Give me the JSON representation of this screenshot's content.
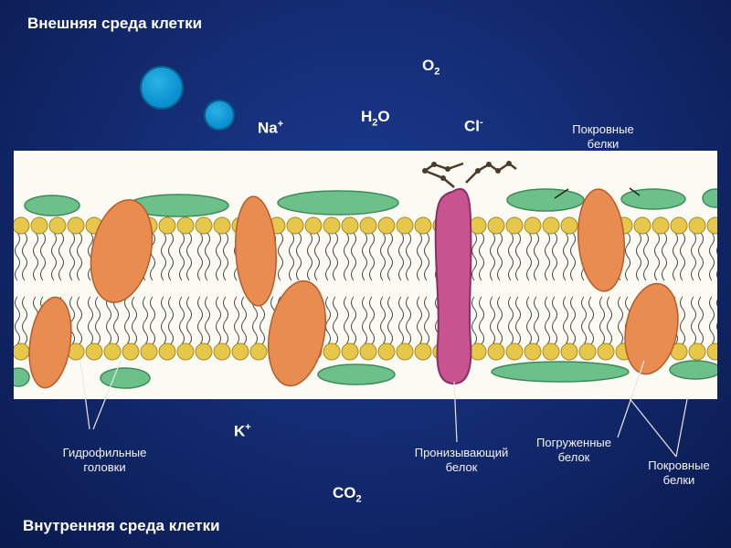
{
  "labels": {
    "outer": "Внешняя среда клетки",
    "inner": "Внутренняя среда клетки",
    "o2_main": "O",
    "o2_sub": "2",
    "h2o_a": "H",
    "h2o_sub": "2",
    "h2o_b": "O",
    "na_main": "Na",
    "na_sup": "+",
    "cl_main": "Cl",
    "cl_sup": "-",
    "k_main": "K",
    "k_sup": "+",
    "co2_main": "CO",
    "co2_sub": "2",
    "peripheral_top_1": "Покровные",
    "peripheral_top_2": "белки",
    "hydrophilic_1": "Гидрофильные",
    "hydrophilic_2": "головки",
    "transmembrane_1": "Пронизывающий",
    "transmembrane_2": "белок",
    "embedded_1": "Погруженные",
    "embedded_2": "белок",
    "peripheral_bottom_1": "Покровные",
    "peripheral_bottom_2": "белки"
  },
  "colors": {
    "background": "#142c74",
    "membrane_bg": "#fbfbf4",
    "head": "#e7c74a",
    "tail": "#4a4a4a",
    "peripheral_protein": "#6cc08a",
    "integral_protein": "#e98c52",
    "transmembrane_protein": "#c7548f",
    "molecule": "#0d93d2"
  }
}
